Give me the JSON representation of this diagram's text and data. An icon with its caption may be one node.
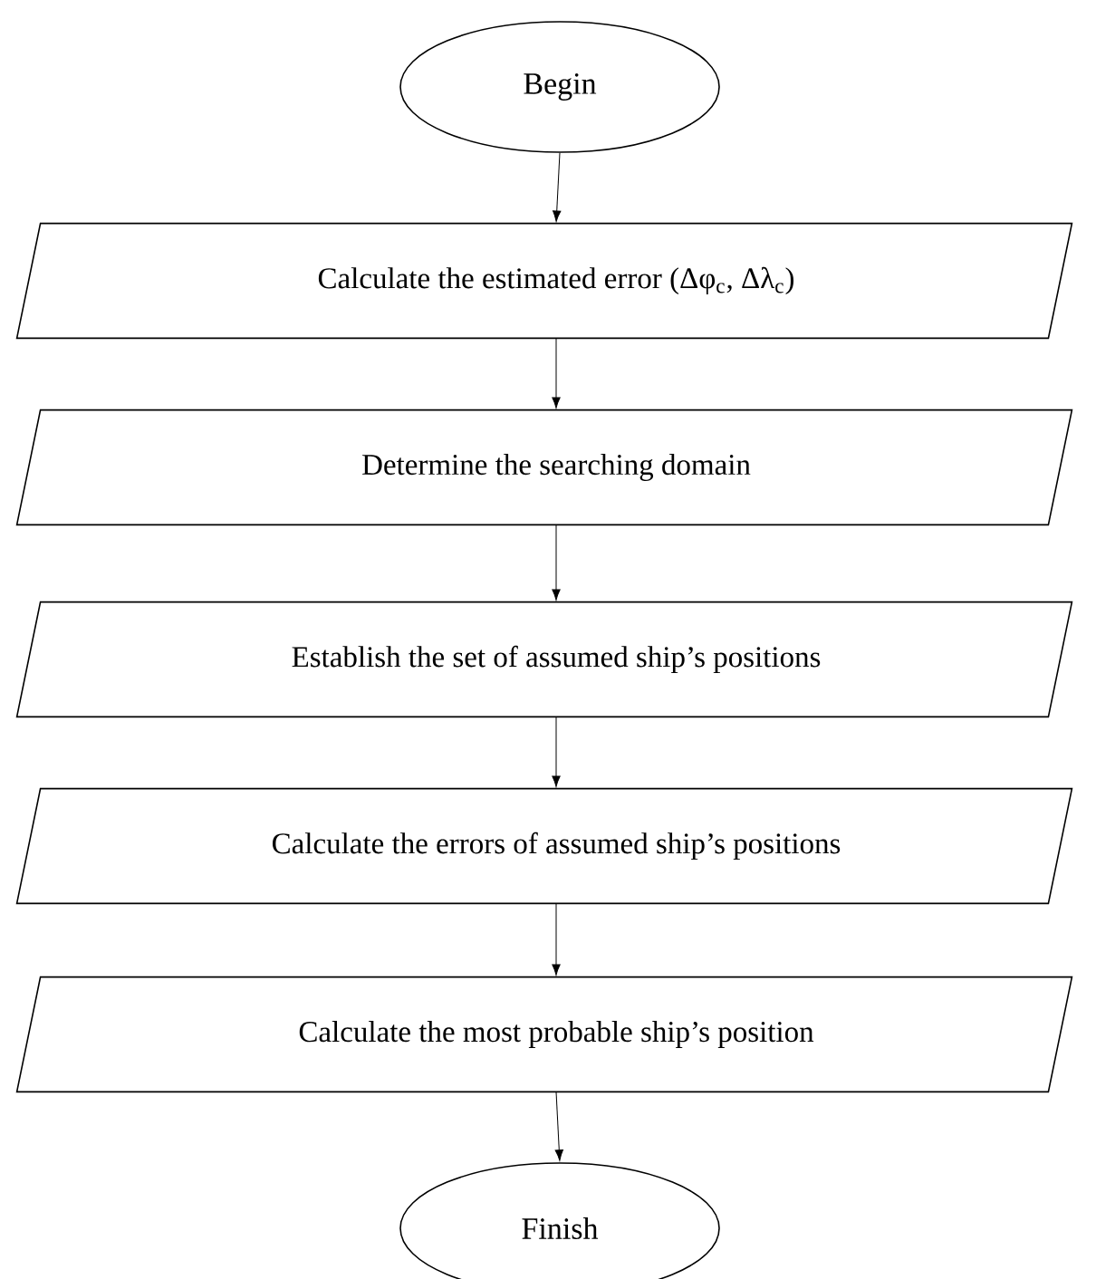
{
  "diagram": {
    "nodes": [
      {
        "text": [
          "Begin"
        ]
      },
      {
        "text": [
          "Calculate the estimated error (Δφ$_{c}$, Δλ$_{c}$)"
        ]
      },
      {
        "text": [
          "Determine the searching domain"
        ]
      },
      {
        "text": [
          "Establish the set of assumed ship’s positions"
        ]
      },
      {
        "text": [
          "Calculate the errors of assumed ship’s positions"
        ]
      },
      {
        "text": [
          "Calculate the most probable ship’s position"
        ]
      },
      {
        "text": [
          "Finish"
        ]
      }
    ],
    "edges": [
      {
        "from": 0,
        "to": 1,
        "arrow": "to"
      },
      {
        "from": 1,
        "to": 2,
        "arrow": "to"
      },
      {
        "from": 2,
        "to": 3,
        "arrow": "to"
      },
      {
        "from": 3,
        "to": 4,
        "arrow": "to"
      },
      {
        "from": 4,
        "to": 5,
        "arrow": "to"
      },
      {
        "from": 5,
        "to": 6,
        "arrow": "to"
      }
    ]
  }
}
